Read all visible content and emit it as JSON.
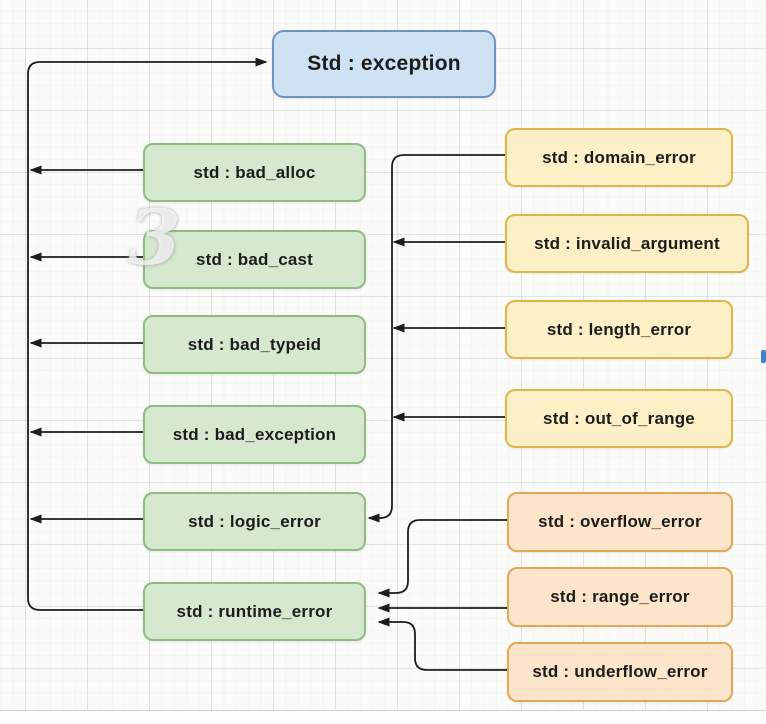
{
  "nodes": {
    "root": {
      "label": "Std : exception"
    },
    "direct_children": [
      {
        "label": "std : bad_alloc"
      },
      {
        "label": "std : bad_cast"
      },
      {
        "label": "std : bad_typeid"
      },
      {
        "label": "std : bad_exception"
      },
      {
        "label": "std : logic_error"
      },
      {
        "label": "std : runtime_error"
      }
    ],
    "logic_error_children": [
      {
        "label": "std : domain_error"
      },
      {
        "label": "std : invalid_argument"
      },
      {
        "label": "std : length_error"
      },
      {
        "label": "std : out_of_range"
      }
    ],
    "runtime_error_children": [
      {
        "label": "std : overflow_error"
      },
      {
        "label": "std : range_error"
      },
      {
        "label": "std : underflow_error"
      }
    ]
  },
  "watermark": {
    "text": "3"
  },
  "colors": {
    "root_fill": "#cfe2f3",
    "root_border": "#6f94c4",
    "direct_child_fill": "#d7e8d1",
    "direct_child_border": "#8fbc81",
    "logic_child_fill": "#fdf0c6",
    "logic_child_border": "#ddb74a",
    "runtime_child_fill": "#fce5cb",
    "runtime_child_border": "#e2a954",
    "connector": "#1d1d1d"
  }
}
